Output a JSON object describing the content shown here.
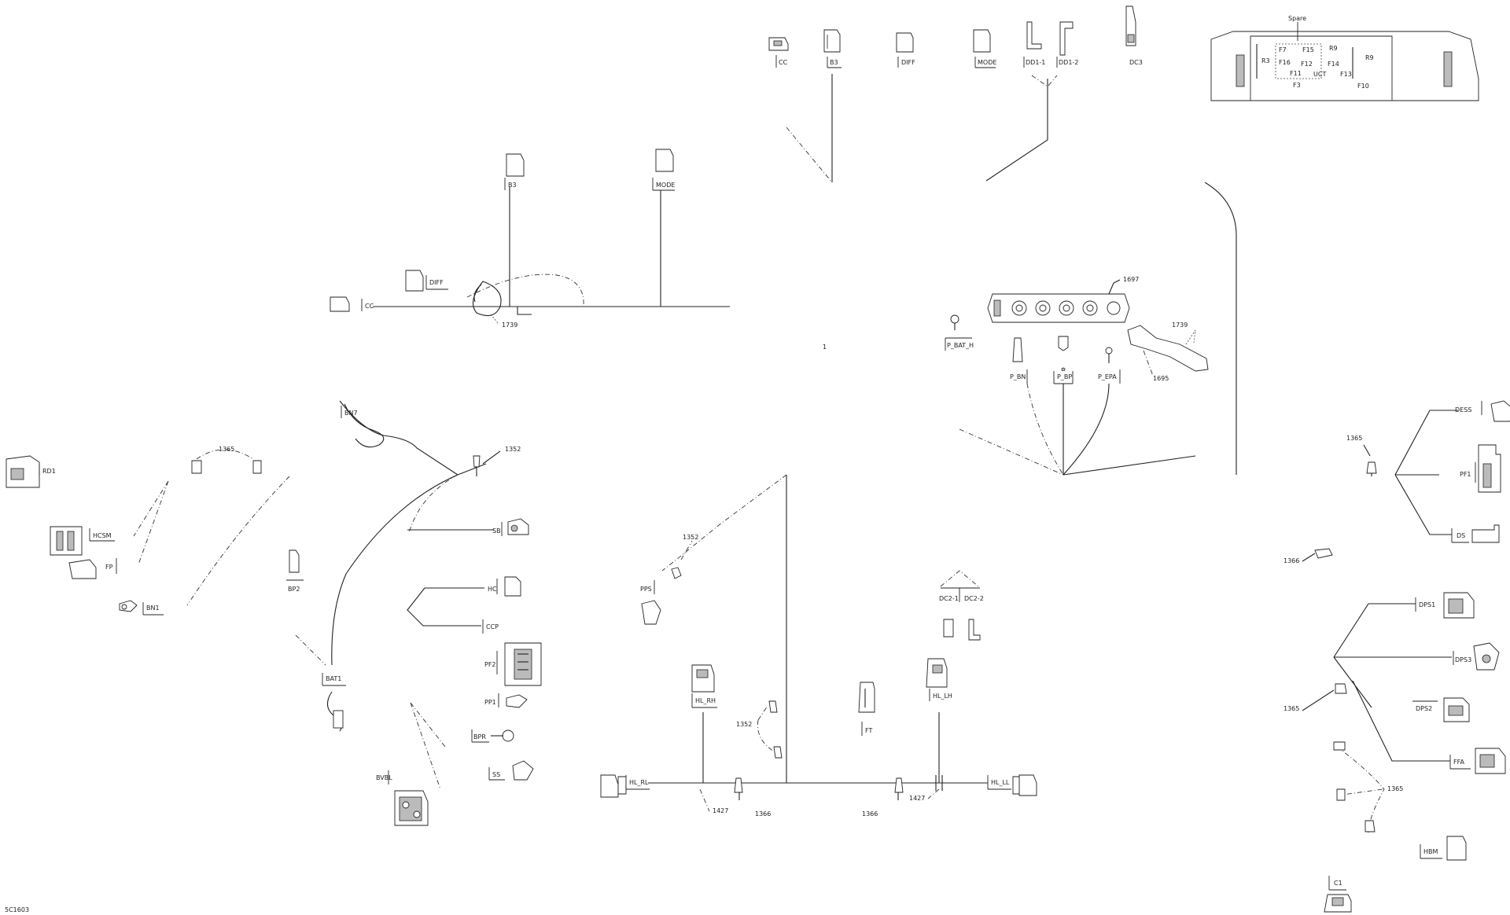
{
  "diagram_code": "5C1603",
  "main_harness_ref": "1",
  "dash_connectors": [
    "CC",
    "B3",
    "DIFF",
    "MODE",
    "DD1-1",
    "DD1-2",
    "DC3"
  ],
  "fuse_box": {
    "spare_label": "Spare",
    "cells": [
      "F7",
      "F15",
      "R9",
      "R3",
      "F16",
      "F12",
      "F14",
      "R9",
      "F11",
      "UCT",
      "F13",
      "F3",
      "F10"
    ]
  },
  "console_labels": {
    "b3": "B3",
    "mode": "MODE",
    "diff": "DIFF",
    "cc": "CC",
    "ref_1739": "1739"
  },
  "terminal_block": {
    "ref_1697": "1697",
    "ref_1739": "1739",
    "ref_1695": "1695",
    "p_batt_h": "P_BAT_H",
    "p_bn": "P_BN",
    "p_bp": "P_BP",
    "p_epa": "P_EPA"
  },
  "left_side": {
    "bn7": "BN7",
    "ref_1365": "1365",
    "ref_1352": "1352",
    "rd1": "RD1",
    "hcsm": "HCSM",
    "fp": "FP",
    "bn1": "BN1",
    "bp2": "BP2",
    "sb": "SB",
    "hc": "HC",
    "ccp": "CCP",
    "bat1": "BAT1",
    "pf2": "PF2",
    "pp1": "PP1",
    "bpr": "BPR",
    "ss": "SS",
    "bvbl": "BVBL"
  },
  "front": {
    "pps": "PPS",
    "ref_1352a": "1352",
    "hl_rh": "HL_RH",
    "ref_1352b": "1352",
    "hl_rl": "HL_RL",
    "ref_1427a": "1427",
    "ref_1366a": "1366",
    "ft": "FT",
    "hl_lh": "HL_LH",
    "ref_1366b": "1366",
    "ref_1427b": "1427",
    "hl_ll": "HL_LL",
    "dc2_1": "DC2-1",
    "dc2_2": "DC2-2"
  },
  "right_side": {
    "ref_1365a": "1365",
    "dess": "DESS",
    "pf1": "PF1",
    "ds": "DS",
    "ref_1366": "1366",
    "dps1": "DPS1",
    "dps3": "DPS3",
    "ref_1365b": "1365",
    "dps2": "DPS2",
    "ffa": "FFA",
    "ref_1365c": "1365",
    "hbm": "HBM",
    "c1": "C1"
  }
}
